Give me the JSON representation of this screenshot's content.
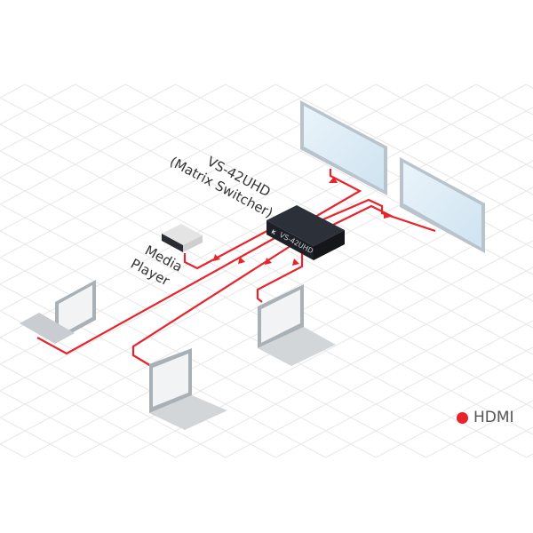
{
  "labels": {
    "switcher_model": "VS-42UHD",
    "switcher_desc": "(Matrix Switcher)",
    "switcher_face": "VS-42UHD",
    "media_player_line1": "Media",
    "media_player_line2": "Player",
    "switcher_logo": "K"
  },
  "legend": {
    "label": "HDMI",
    "color": "#e8232b"
  },
  "colors": {
    "cable": "#e8232b",
    "device_dark": "#23262d",
    "screen": "#dcecf6",
    "grid": "#e6e6e6"
  }
}
